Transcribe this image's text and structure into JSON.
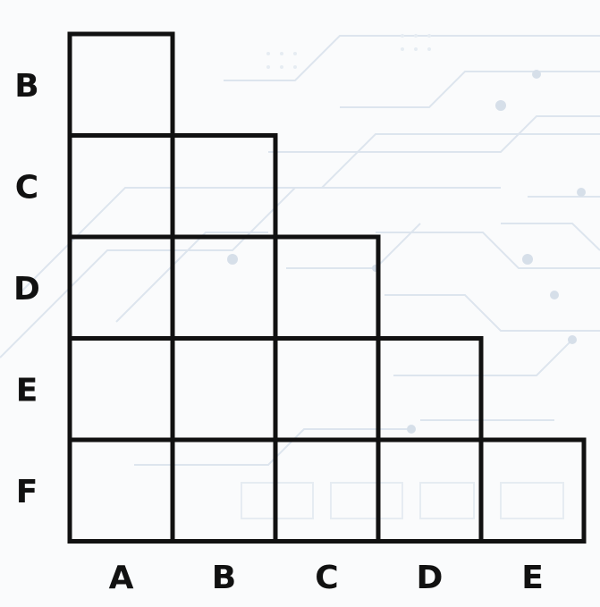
{
  "matrix": {
    "row_labels": [
      "B",
      "C",
      "D",
      "E",
      "F"
    ],
    "col_labels": [
      "A",
      "B",
      "C",
      "D",
      "E"
    ],
    "cells_per_row": [
      1,
      2,
      3,
      4,
      5
    ]
  },
  "colors": {
    "grid_stroke": "#111111",
    "label_text": "#111111",
    "background": "#fafbfc",
    "circuit_lines": "#d7e0ea"
  }
}
